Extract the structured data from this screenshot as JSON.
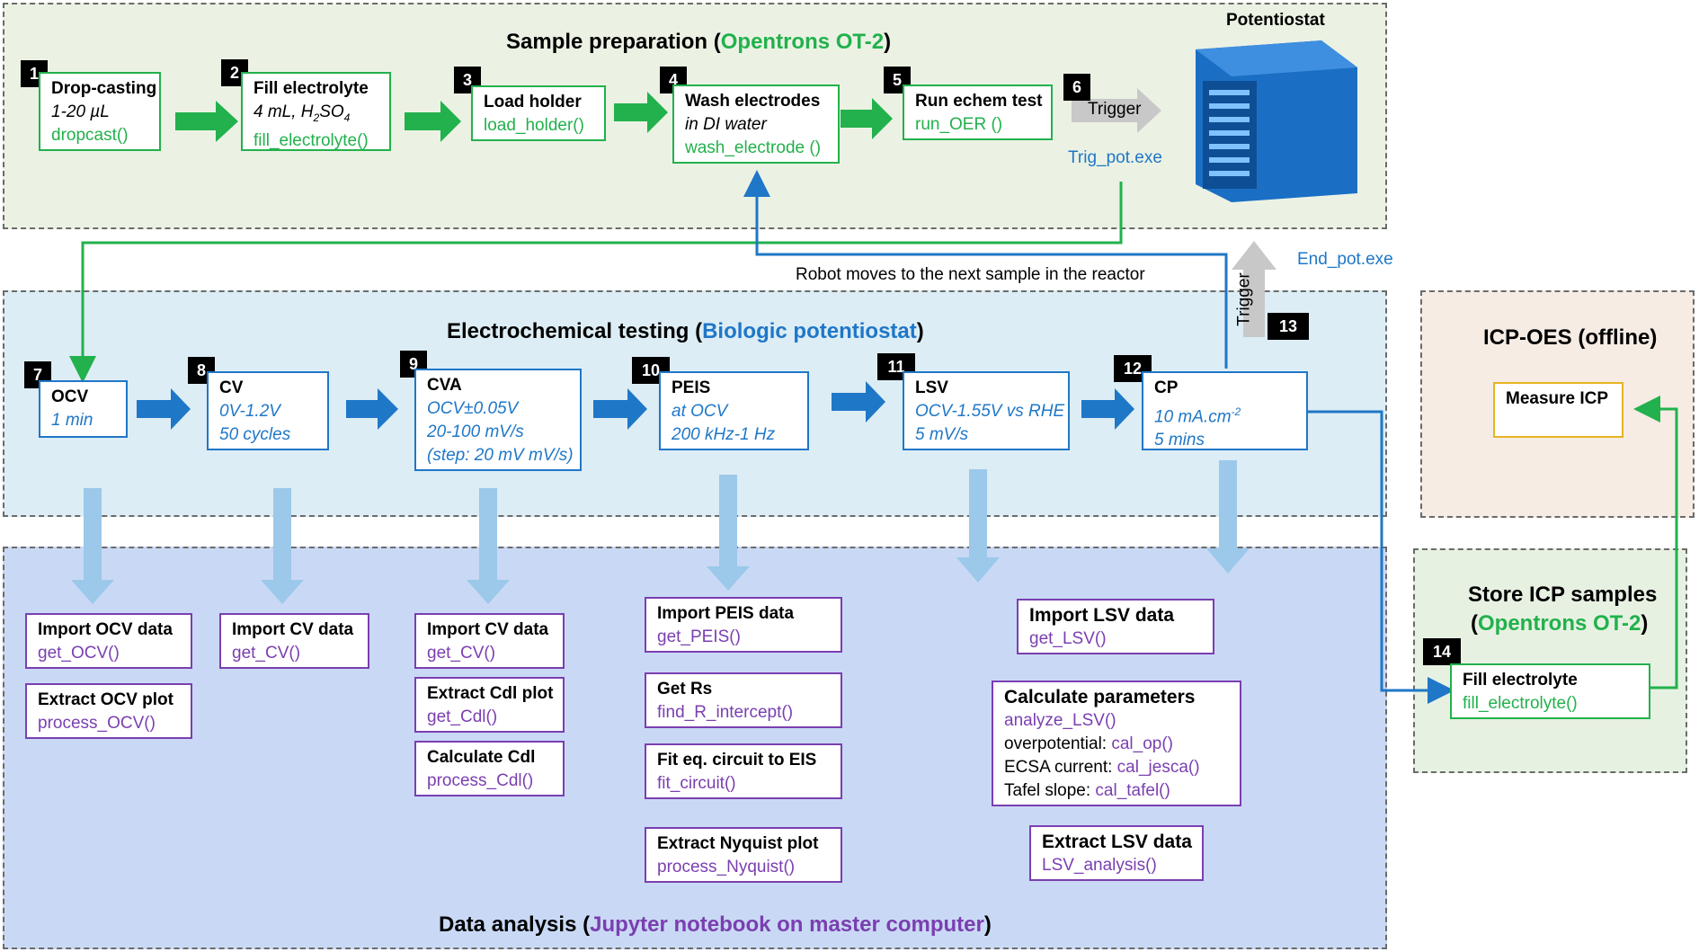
{
  "sections": {
    "sample_prep": {
      "title": "Sample preparation (",
      "title_highlight": "Opentrons OT-2",
      "title_end": ")"
    },
    "echem": {
      "title": "Electrochemical testing (",
      "title_highlight": "Biologic potentiostat",
      "title_end": ")"
    },
    "analysis": {
      "title": "Data analysis (",
      "title_highlight": "Jupyter notebook on master computer",
      "title_end": ")"
    },
    "icp_oes": {
      "title": "ICP-OES (offline)"
    },
    "store_icp": {
      "title": "Store ICP samples",
      "title2_start": "(",
      "title2_highlight": "Opentrons OT-2",
      "title2_end": ")"
    }
  },
  "potentiostat_label": "Potentiostat",
  "steps": {
    "s1": {
      "num": "1",
      "title": "Drop-casting",
      "line1": "1-20 µL",
      "func": "dropcast()"
    },
    "s2": {
      "num": "2",
      "title": "Fill electrolyte",
      "line1": "4 mL, H",
      "sub1": "2",
      "mid": "SO",
      "sub2": "4",
      "func": "fill_electrolyte()"
    },
    "s3": {
      "num": "3",
      "title": "Load holder",
      "func": "load_holder()"
    },
    "s4": {
      "num": "4",
      "title": "Wash electrodes",
      "line1": "in DI water",
      "func": "wash_electrode ()"
    },
    "s5": {
      "num": "5",
      "title": "Run echem test",
      "func": "run_OER ()"
    },
    "s6": {
      "num": "6",
      "trigger": "Trigger",
      "exe": "Trig_pot.exe"
    },
    "s7": {
      "num": "7",
      "title": "OCV",
      "line1": "1 min"
    },
    "s8": {
      "num": "8",
      "title": "CV",
      "line1": "0V-1.2V",
      "line2": "50 cycles"
    },
    "s9": {
      "num": "9",
      "title": "CVA",
      "line1": "OCV±0.05V",
      "line2": "20-100 mV/s",
      "line3": "(step: 20 mV mV/s)"
    },
    "s10": {
      "num": "10",
      "title": "PEIS",
      "line1": "at OCV",
      "line2": "200 kHz-1 Hz"
    },
    "s11": {
      "num": "11",
      "title": "LSV",
      "line1": "OCV-1.55V vs RHE",
      "line2": "5 mV/s"
    },
    "s12": {
      "num": "12",
      "title": "CP",
      "line1": "10 mA.cm",
      "sup": "-2",
      "line2": "5 mins"
    },
    "s13": {
      "num": "13",
      "trigger": "Trigger",
      "exe": "End_pot.exe"
    },
    "s14": {
      "num": "14",
      "title": "Fill electrolyte",
      "func": "fill_electrolyte()"
    }
  },
  "robot_note": "Robot moves to the next sample in the reactor",
  "icp_measure": "Measure ICP",
  "analysis": {
    "ocv1": {
      "title": "Import OCV data",
      "func": "get_OCV()"
    },
    "ocv2": {
      "title": "Extract OCV plot",
      "func": "process_OCV()"
    },
    "cv1": {
      "title": "Import CV data",
      "func": "get_CV()"
    },
    "cva1": {
      "title": "Import CV data",
      "func": "get_CV()"
    },
    "cva2": {
      "title": "Extract Cdl plot",
      "func": "get_Cdl()"
    },
    "cva3": {
      "title": "Calculate Cdl",
      "func": "process_Cdl()"
    },
    "peis1": {
      "title": "Import PEIS data",
      "func": "get_PEIS()"
    },
    "peis2": {
      "title": "Get Rs",
      "func": "find_R_intercept()"
    },
    "peis3": {
      "title": "Fit eq. circuit to EIS",
      "func": "fit_circuit()"
    },
    "peis4": {
      "title": "Extract Nyquist plot",
      "func": "process_Nyquist()"
    },
    "lsv1": {
      "title": "Import LSV data",
      "func": "get_LSV()"
    },
    "lsv2": {
      "title": "Calculate parameters",
      "func": "analyze_LSV()",
      "p1": "overpotential: ",
      "p1f": "cal_op()",
      "p2": "ECSA current: ",
      "p2f": "cal_jesca()",
      "p3": "Tafel slope: ",
      "p3f": "cal_tafel()"
    },
    "lsv3": {
      "title": "Extract LSV data",
      "func": "LSV_analysis()"
    }
  },
  "colors": {
    "green": "#22b14c",
    "blue": "#1f77c7",
    "purple": "#7a3fb0",
    "gold": "#e6b422"
  }
}
